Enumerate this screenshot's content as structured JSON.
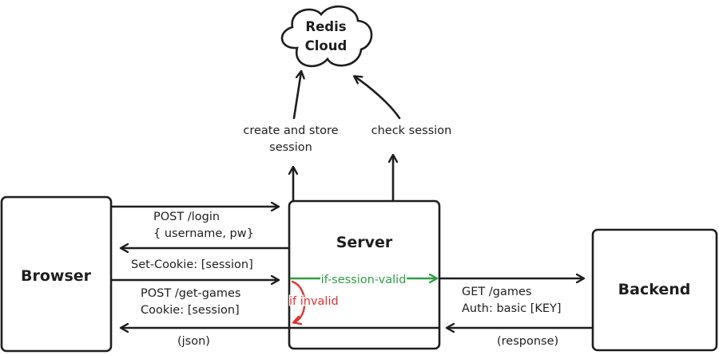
{
  "colors": {
    "ink": "#1e1e1e",
    "valid": "#2f9e44",
    "invalid": "#e03131"
  },
  "nodes": {
    "redis": "Redis\nCloud",
    "browser": "Browser",
    "server": "Server",
    "backend": "Backend"
  },
  "labels": {
    "create_session": "create and store\nsession",
    "check_session": "check session",
    "post_login": "POST /login\n{ username, pw}",
    "set_cookie": "Set-Cookie: [session]",
    "post_games": "POST /get-games\nCookie: [session]",
    "json": "(json)",
    "if_valid": "if-session-valid",
    "if_invalid": "if invalid",
    "get_games": "GET /games\nAuth: basic [KEY]",
    "response": "(response)"
  }
}
